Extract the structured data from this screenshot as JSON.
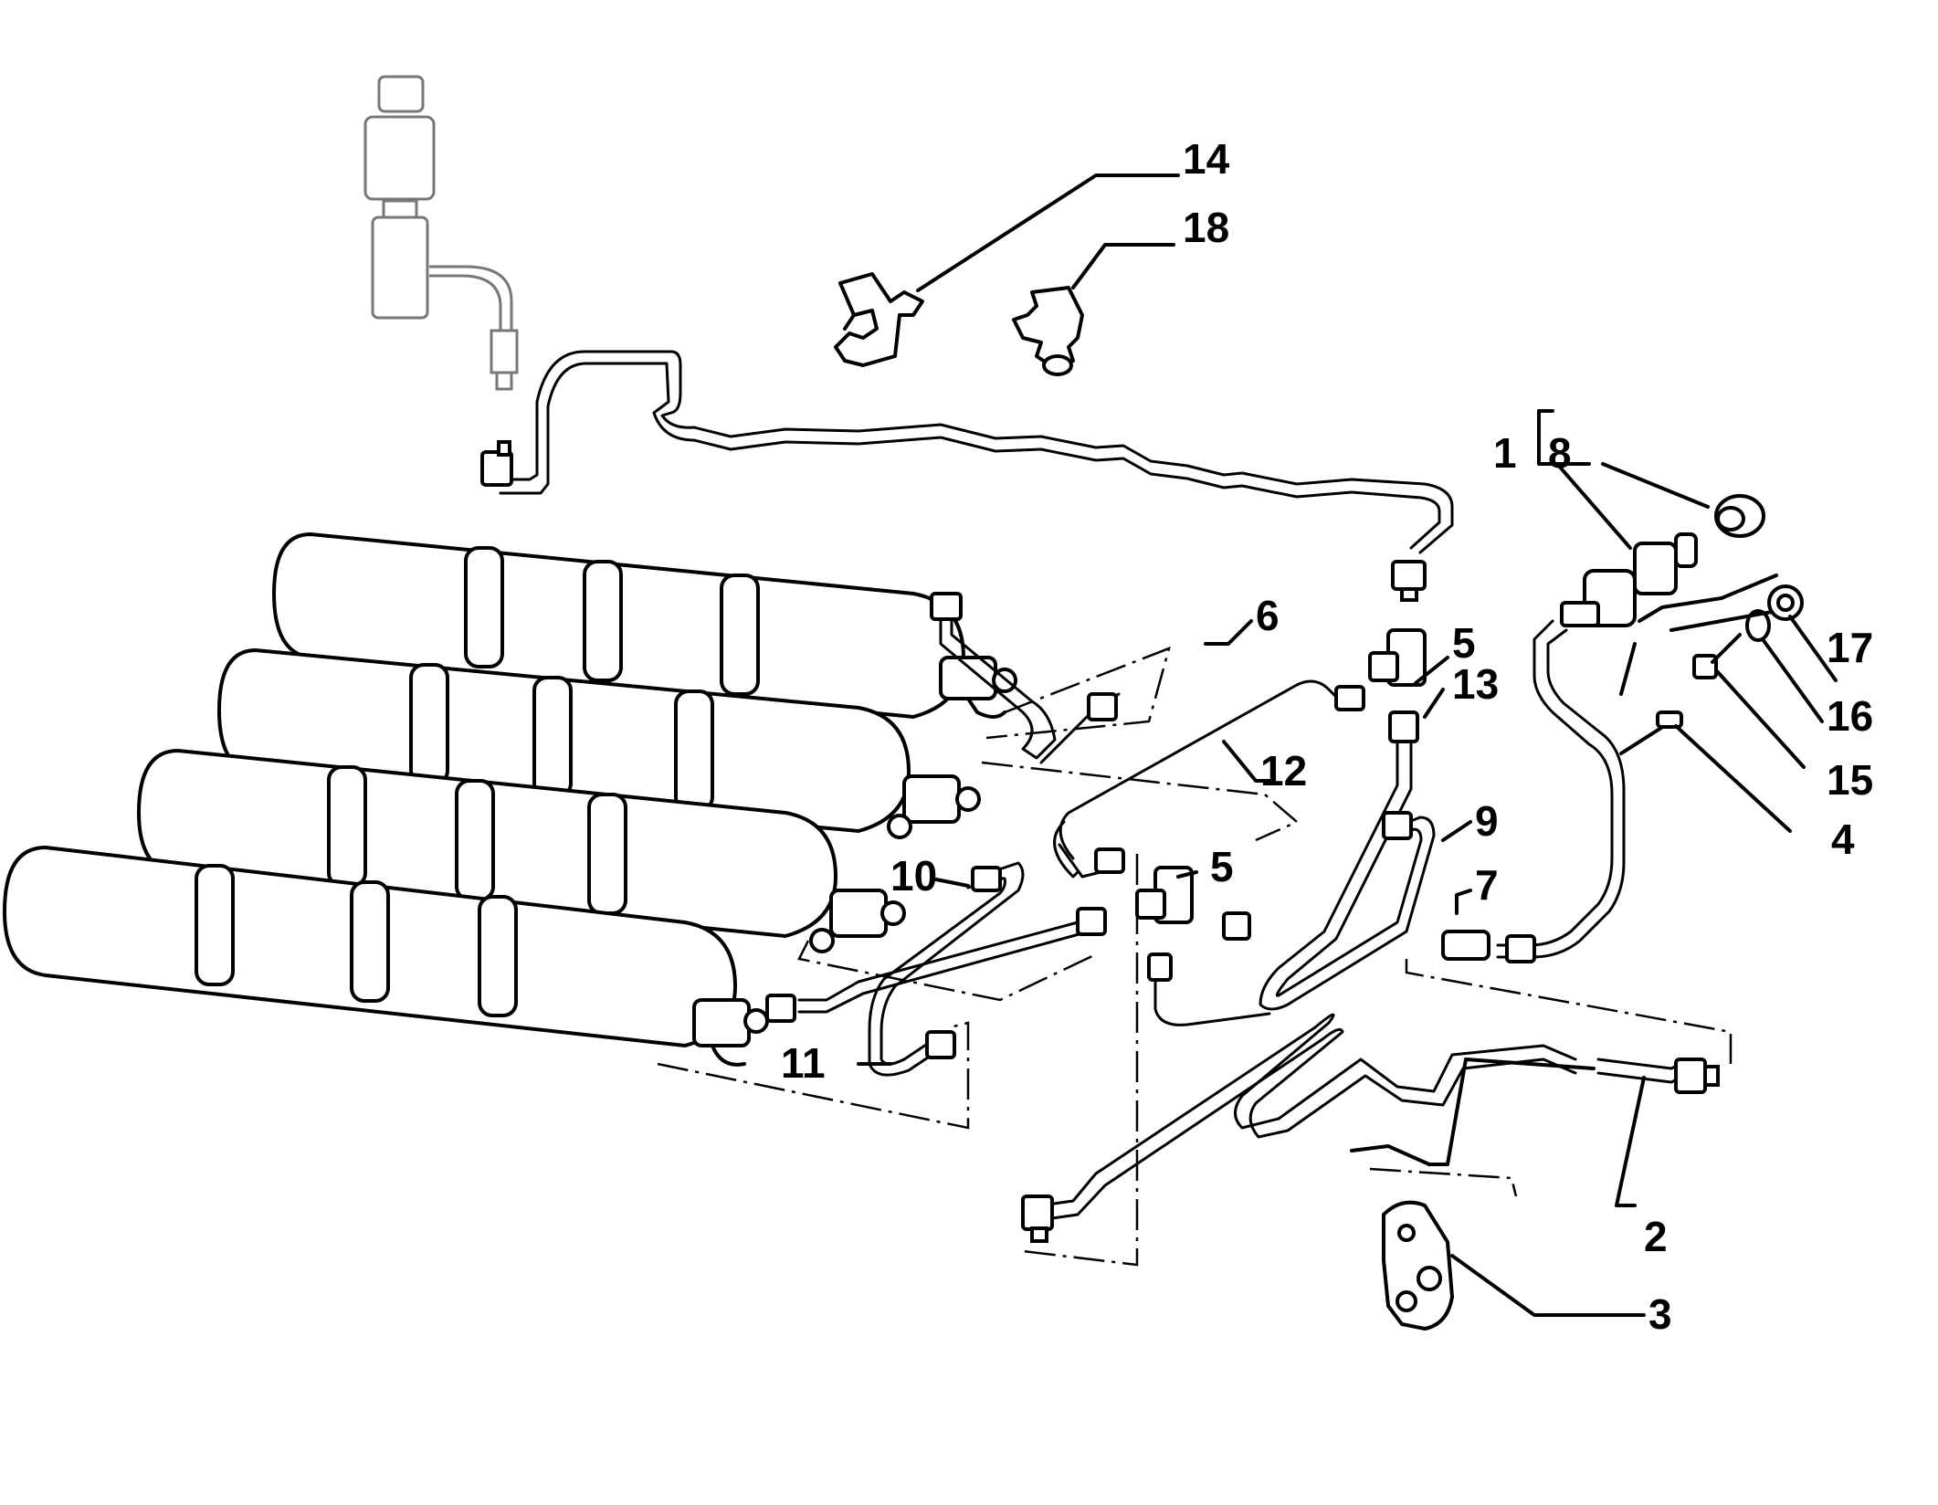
{
  "labels": [
    {
      "id": "1",
      "text": "1"
    },
    {
      "id": "2",
      "text": "2"
    },
    {
      "id": "3",
      "text": "3"
    },
    {
      "id": "4",
      "text": "4"
    },
    {
      "id": "5a",
      "text": "5"
    },
    {
      "id": "5b",
      "text": "5"
    },
    {
      "id": "6",
      "text": "6"
    },
    {
      "id": "7",
      "text": "7"
    },
    {
      "id": "8",
      "text": "8"
    },
    {
      "id": "9",
      "text": "9"
    },
    {
      "id": "10",
      "text": "10"
    },
    {
      "id": "11",
      "text": "11"
    },
    {
      "id": "12",
      "text": "12"
    },
    {
      "id": "13",
      "text": "13"
    },
    {
      "id": "14",
      "text": "14"
    },
    {
      "id": "15",
      "text": "15"
    },
    {
      "id": "16",
      "text": "16"
    },
    {
      "id": "17",
      "text": "17"
    },
    {
      "id": "18",
      "text": "18"
    }
  ]
}
